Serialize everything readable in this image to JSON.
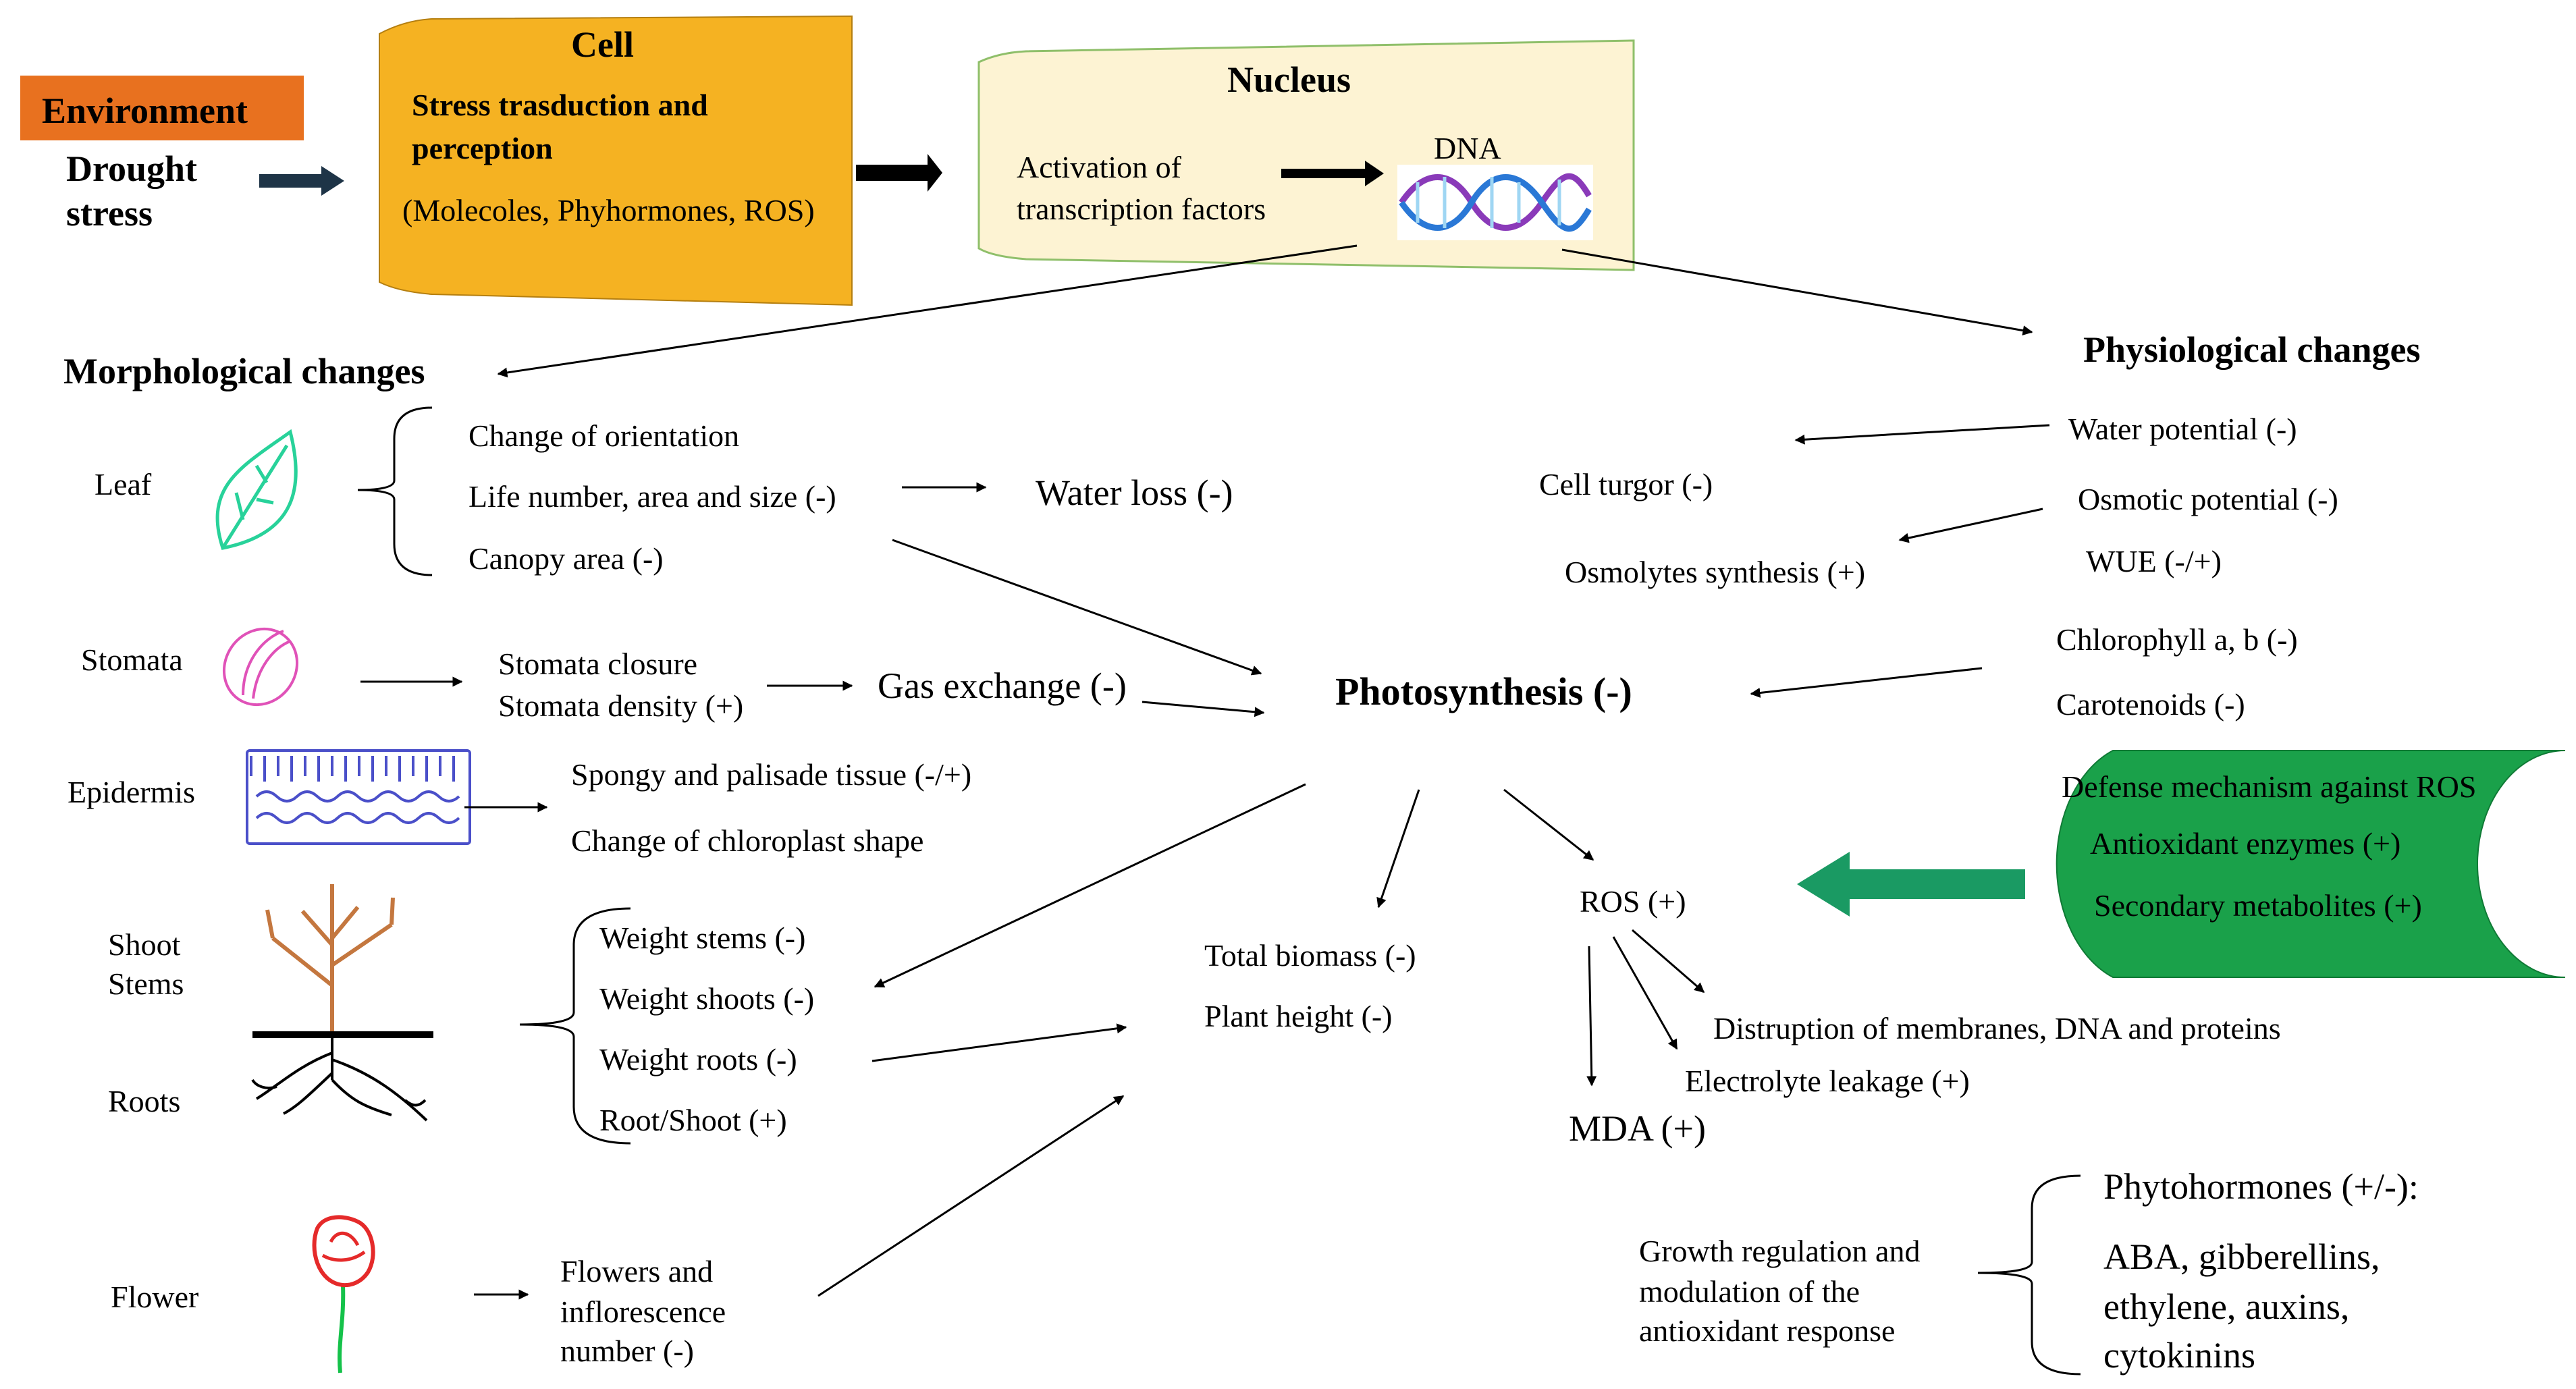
{
  "environment": {
    "title": "Environment",
    "drought_line1": "Drought",
    "drought_line2": "stress"
  },
  "cell": {
    "title": "Cell",
    "line1": "Stress trasduction  and",
    "line2": "perception",
    "line3": "(Molecoles,  Phyhormones,  ROS)"
  },
  "nucleus": {
    "title": "Nucleus",
    "line1": "Activation  of",
    "line2": "transcription  factors",
    "dna": "DNA"
  },
  "morphological": {
    "heading": "Morphological changes",
    "organs": {
      "leaf": "Leaf",
      "stomata": "Stomata",
      "epidermis": "Epidermis",
      "shoot": "Shoot",
      "stems": "Stems",
      "roots": "Roots",
      "flower": "Flower"
    },
    "leaf_items": [
      "Change  of orientation",
      "Life  number,  area and size  (-)",
      "Canopy  area (-)"
    ],
    "water_loss": "Water loss (-)",
    "stomata_items": [
      "Stomata  closure",
      "Stomata  density  (+)"
    ],
    "gas_exchange": "Gas exchange (-)",
    "epidermis_items": [
      "Spongy  and palisade  tissue  (-/+)",
      "Change  of chloroplast  shape"
    ],
    "weight_items": [
      "Weight  stems  (-)",
      "Weight  shoots  (-)",
      "Weight  roots  (-)",
      "Root/Shoot  (+)"
    ],
    "flower_items": [
      "Flowers and",
      "inflorescence",
      "number  (-)"
    ]
  },
  "physiological": {
    "heading": "Physiological changes",
    "water_potential": "Water potential  (-)",
    "cell_turgor": "Cell  turgor  (-)",
    "osmotic_potential": "Osmotic  potential  (-)",
    "osmolytes": "Osmolytes  synthesis  (+)",
    "wue": "WUE (-/+)",
    "chlorophyll": "Chlorophyll  a, b (-)",
    "carotenoids": "Carotenoids  (-)"
  },
  "photosynthesis": "Photosynthesis (-)",
  "biomass": {
    "total": "Total biomass  (-)",
    "height": "Plant  height  (-)"
  },
  "ros": {
    "label": "ROS (+)",
    "disruption": "Distruption  of  membranes,  DNA and proteins",
    "electrolyte": "Electrolyte  leakage  (+)",
    "mda": "MDA (+)"
  },
  "defense": {
    "title": "Defense  mechanism  against  ROS",
    "enzymes": "Antioxidant  enzymes  (+)",
    "metabolites": "Secondary  metabolites  (+)"
  },
  "growth": {
    "line1": "Growth  regulation  and",
    "line2": "modulation  of the",
    "line3": "antioxidant  response"
  },
  "phytohormones": {
    "title": "Phytohormones (+/-):",
    "line1": "ABA, gibberellins,",
    "line2": "ethylene,  auxins,",
    "line3": "cytokinins"
  },
  "colors": {
    "environment_box": "#e8711f",
    "cell_box": "#f5b222",
    "nucleus_box": "#fdf3d3",
    "nucleus_border": "#8fbf6a",
    "defense_box": "#1aa14a",
    "defense_arrow": "#1a9a63",
    "drought_arrow": "#1e3447"
  }
}
